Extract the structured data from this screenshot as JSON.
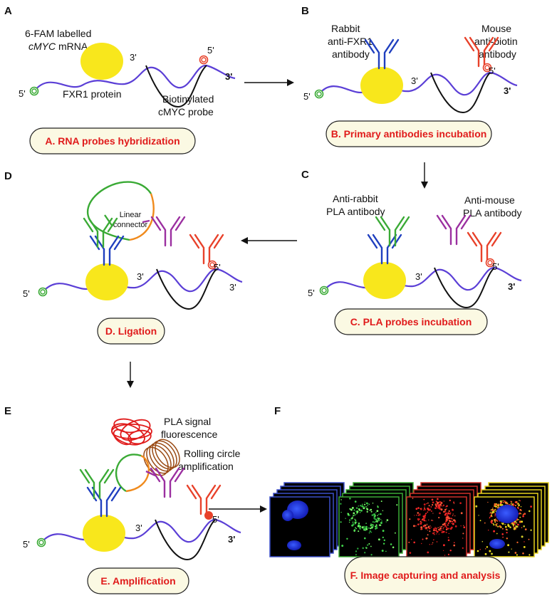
{
  "panels": {
    "A": {
      "letter": "A",
      "label_fam_1": "6-FAM labelled",
      "label_fam_2": "cMYC",
      "label_fam_3": " mRNA",
      "label_protein": "FXR1 protein",
      "label_probe_1": "Biotinylated",
      "label_probe_2": "cMYC probe",
      "caption": "A. RNA probes hybridization"
    },
    "B": {
      "letter": "B",
      "label_rabbit_1": "Rabbit",
      "label_rabbit_2": "anti-FXR1",
      "label_rabbit_3": "antibody",
      "label_mouse_1": "Mouse",
      "label_mouse_2": "anti-biotin",
      "label_mouse_3": "antibody",
      "caption": "B. Primary antibodies incubation"
    },
    "C": {
      "letter": "C",
      "label_antirabbit_1": "Anti-rabbit",
      "label_antirabbit_2": "PLA antibody",
      "label_antimouse_1": "Anti-mouse",
      "label_antimouse_2": "PLA antibody",
      "caption": "C. PLA probes incubation"
    },
    "D": {
      "letter": "D",
      "label_connector_1": "Linear",
      "label_connector_2": "connector",
      "caption": "D. Ligation"
    },
    "E": {
      "letter": "E",
      "label_signal_1": "PLA signal",
      "label_signal_2": "fluorescence",
      "label_rca_1": "Rolling circle",
      "label_rca_2": "amplification",
      "caption": "E. Amplification"
    },
    "F": {
      "letter": "F",
      "caption": "F. Image capturing and analysis"
    }
  },
  "ends": {
    "five": "5'",
    "three": "3'"
  },
  "colors": {
    "mrna": "#5b3fd6",
    "protein": "#f8e71c",
    "probe": "#111111",
    "rabbit_ab": "#1f3fbf",
    "mouse_ab": "#e8412a",
    "antirabbit_pla": "#3aaa35",
    "antimouse_pla": "#9b2fa0",
    "connector_orange": "#f08a1c",
    "signal": "#e01b1b",
    "rca": "#9a4a14",
    "caption_bg": "#fbf9e3",
    "caption_text": "#e01b1b",
    "frame_blue": "#3b4fc8",
    "frame_green": "#3aaa35",
    "frame_red": "#d0302a",
    "frame_yellow": "#e6d21e"
  }
}
